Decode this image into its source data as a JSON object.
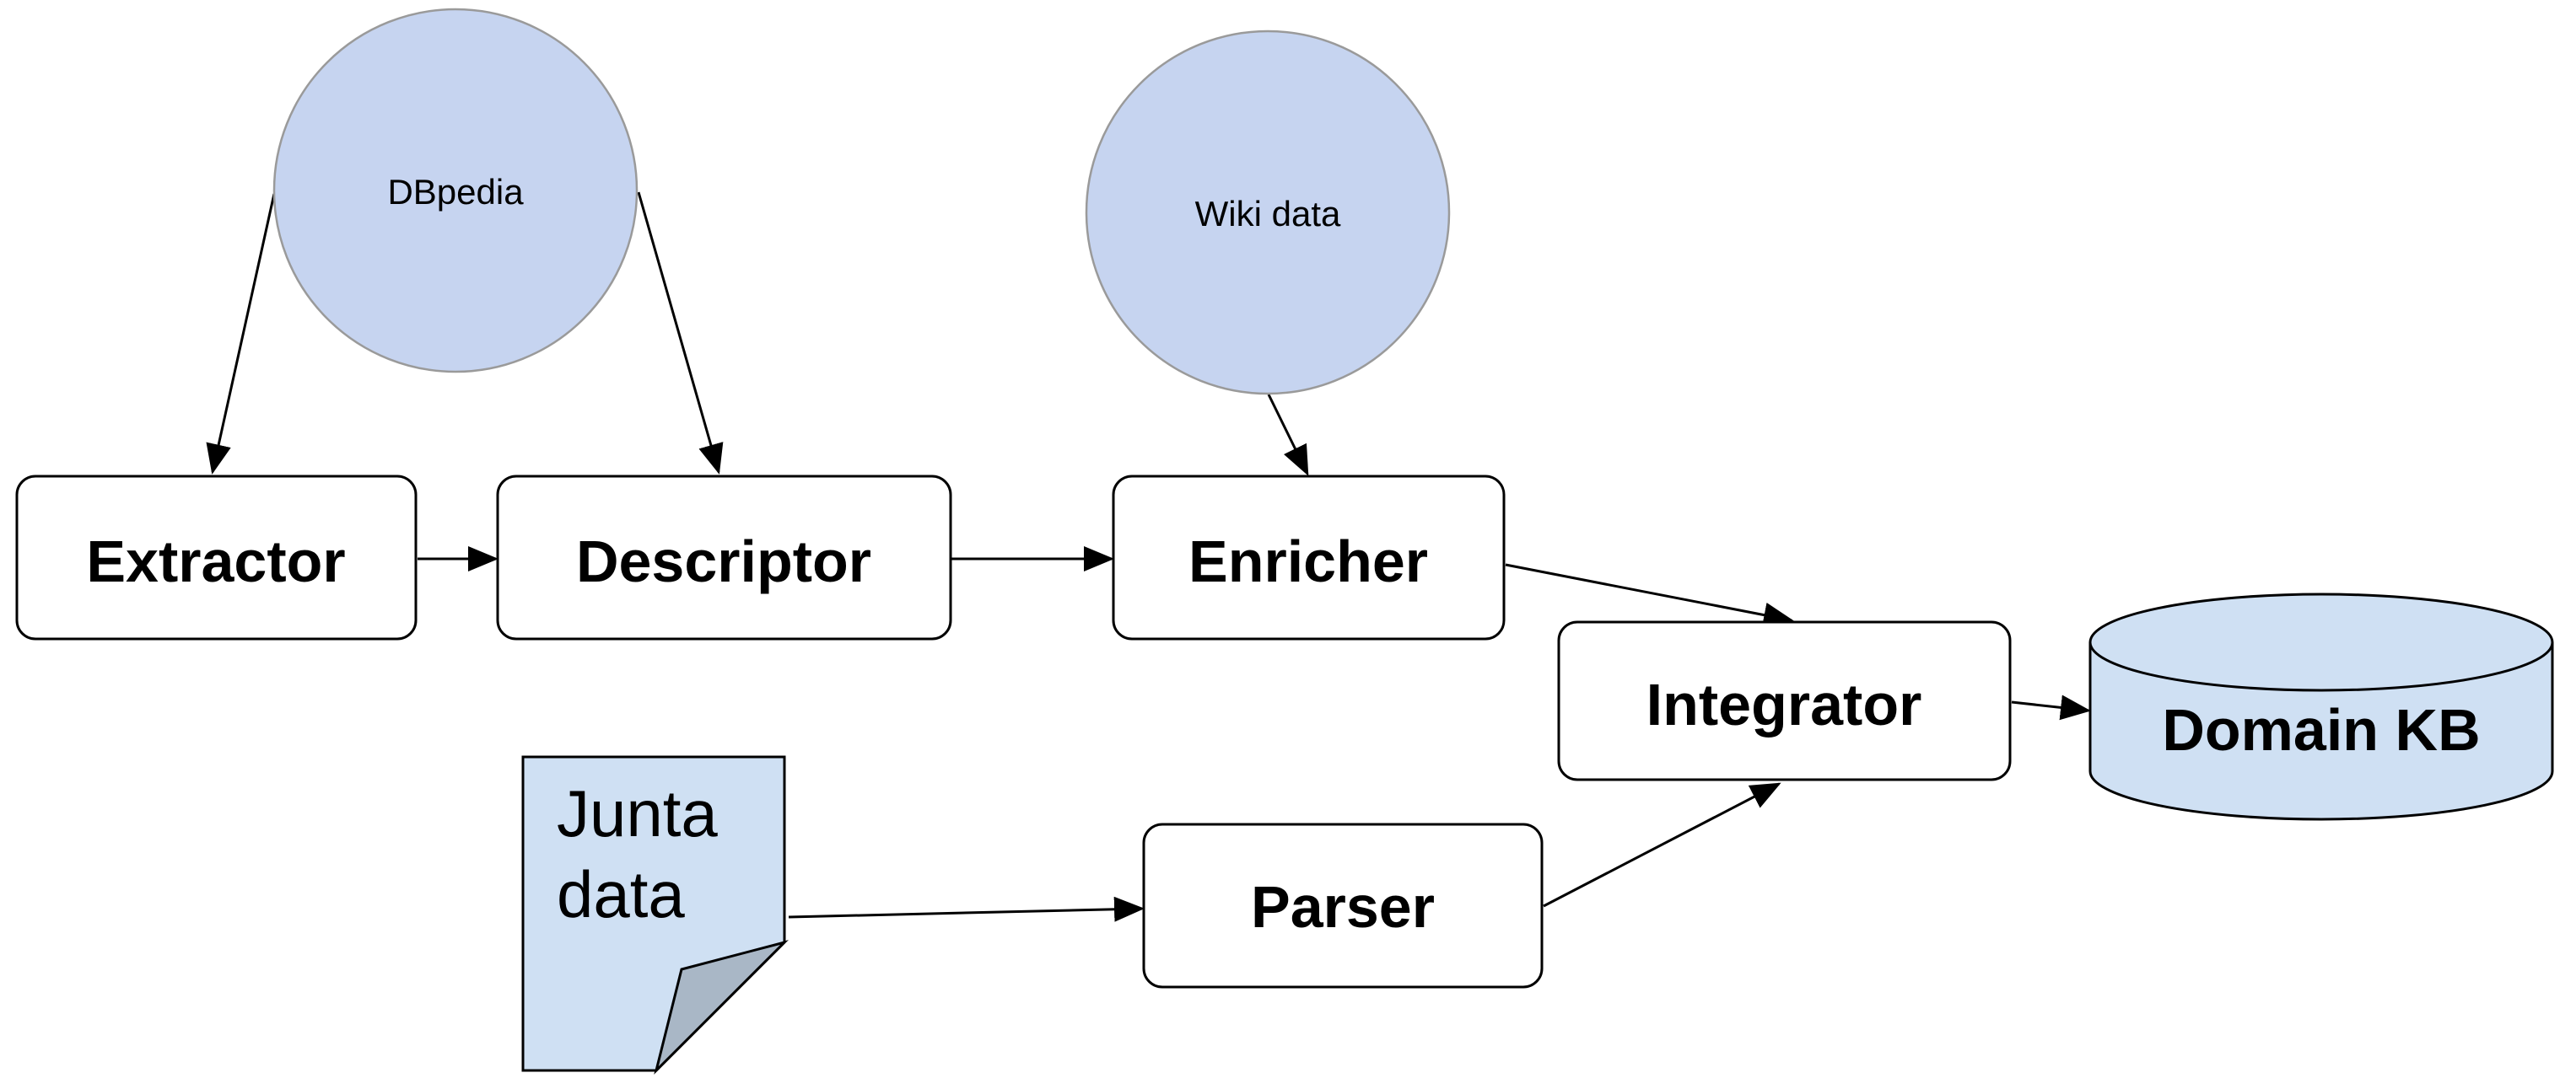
{
  "nodes": {
    "dbpedia": {
      "label": "DBpedia"
    },
    "wikidata": {
      "label": "Wiki data"
    },
    "extractor": {
      "label": "Extractor"
    },
    "descriptor": {
      "label": "Descriptor"
    },
    "enricher": {
      "label": "Enricher"
    },
    "integrator": {
      "label": "Integrator"
    },
    "parser": {
      "label": "Parser"
    },
    "junta_data": {
      "line1": "Junta",
      "line2": "data"
    },
    "domain_kb": {
      "label": "Domain KB"
    }
  },
  "colors": {
    "circle_fill": "#c6d4f0",
    "doc_fill": "#cfe0f3",
    "db_fill": "#cfe0f3",
    "fold_fill": "#a9b7c6"
  }
}
